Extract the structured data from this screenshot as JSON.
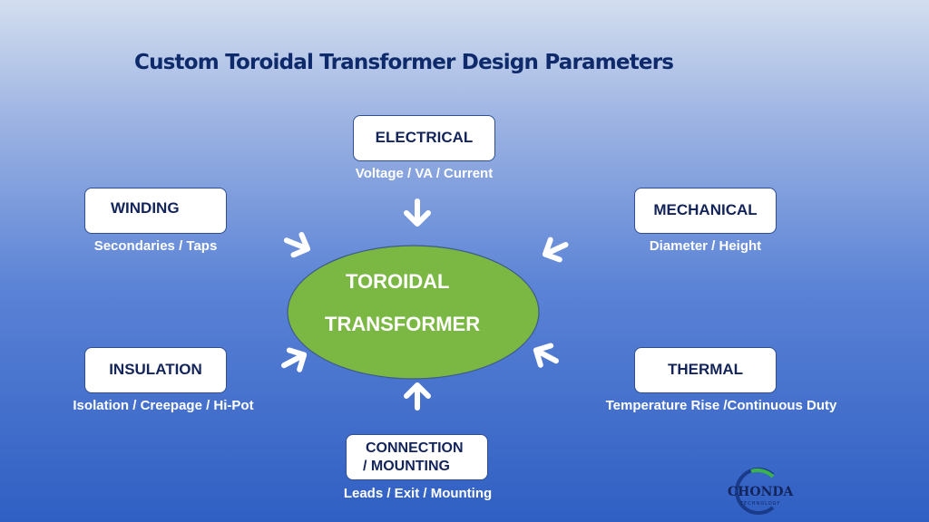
{
  "title": "Custom Toroidal Transformer Design Parameters",
  "center": {
    "line1": "TOROIDAL",
    "line2": "TRANSFORMER",
    "fill_color": "#7ab743"
  },
  "nodes": {
    "electrical": {
      "label": "ELECTRICAL",
      "sub": "Voltage / VA / Current"
    },
    "winding": {
      "label": "WINDING",
      "sub": "Secondaries / Taps"
    },
    "mechanical": {
      "label": "MECHANICAL",
      "sub": "Diameter / Height"
    },
    "insulation": {
      "label": "INSULATION",
      "sub": "Isolation / Creepage / Hi-Pot"
    },
    "thermal": {
      "label": "THERMAL",
      "sub": "Temperature Rise /Continuous Duty"
    },
    "connection": {
      "label_line1": "CONNECTION",
      "label_line2": "/ MOUNTING",
      "sub": "Leads / Exit / Mounting"
    }
  },
  "logo": {
    "text": "CHONDA",
    "subtext": "TECHNOLOGY"
  },
  "colors": {
    "title": "#0f2a6b",
    "box_text": "#13245a",
    "arrow": "#ffffff"
  }
}
